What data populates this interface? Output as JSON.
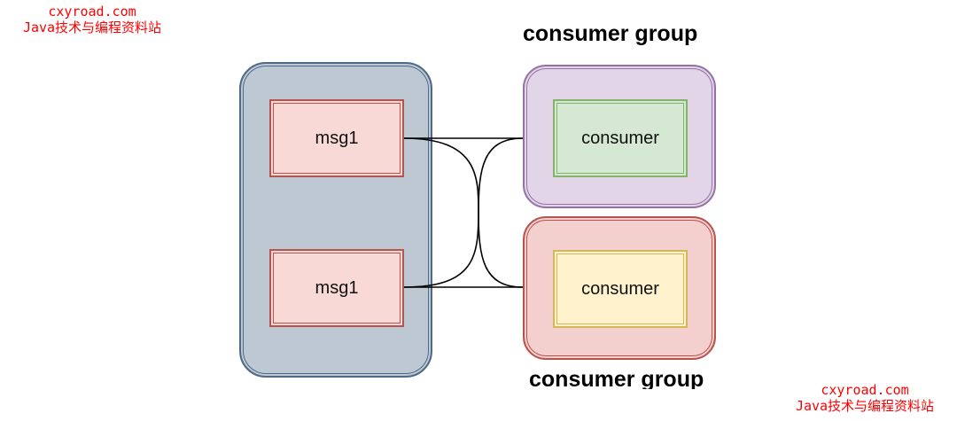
{
  "watermarks": {
    "top_left": {
      "line1": "cxyroad.com",
      "line2": "Java技术与编程资料站"
    },
    "bottom_right": {
      "line1": "cxyroad.com",
      "line2": "Java技术与编程资料站"
    }
  },
  "diagram": {
    "queue": {
      "messages": [
        {
          "label": "msg1"
        },
        {
          "label": "msg1"
        }
      ]
    },
    "consumer_groups": [
      {
        "title": "consumer group",
        "consumer_label": "consumer"
      },
      {
        "title": "consumer group",
        "consumer_label": "consumer"
      }
    ],
    "edges": [
      {
        "from": "message-0",
        "to": "group-0"
      },
      {
        "from": "message-0",
        "to": "group-1"
      },
      {
        "from": "message-1",
        "to": "group-0"
      },
      {
        "from": "message-1",
        "to": "group-1"
      }
    ],
    "colors": {
      "queue_fill": "#bdc8d3",
      "queue_stroke": "#4f6a88",
      "message_fill": "#f8d9d5",
      "message_stroke": "#b85450",
      "group1_fill": "#e1d5e7",
      "group1_stroke": "#9673a6",
      "group2_fill": "#f3cfcd",
      "group2_stroke": "#b85450",
      "consumer1_fill": "#d5e8d4",
      "consumer1_stroke": "#82b366",
      "consumer2_fill": "#fff2cc",
      "consumer2_stroke": "#d6b656",
      "watermark": "#ff0000"
    }
  }
}
